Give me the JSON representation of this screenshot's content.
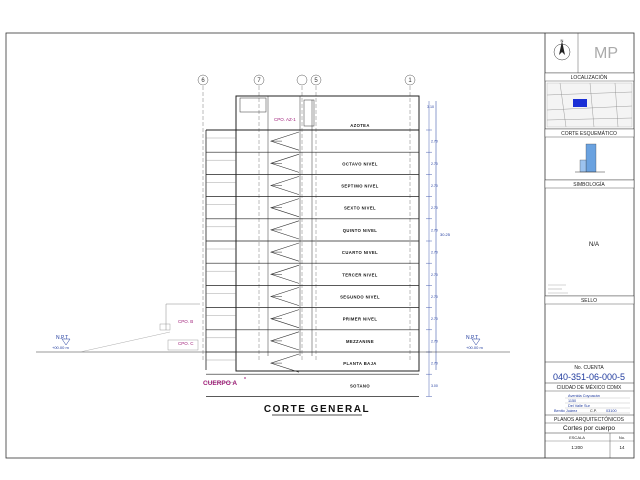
{
  "drawing": {
    "title": "CORTE GENERAL",
    "body_label": "CUERPO A",
    "axes": [
      "6",
      "7",
      "5",
      "1"
    ],
    "levels": [
      "AZOTEA",
      "OCTAVO NIVEL",
      "SEPTIMO NIVEL",
      "SEXTO NIVEL",
      "QUINTO NIVEL",
      "CUARTO NIVEL",
      "TERCER NIVEL",
      "SEGUNDO NIVEL",
      "PRIMER NIVEL",
      "MEZZANINE",
      "PLANTA BAJA",
      "SOTANO"
    ],
    "level_dims": [
      "2.70",
      "2.70",
      "2.70",
      "2.70",
      "2.70",
      "2.70",
      "2.70",
      "2.70",
      "2.70",
      "2.70",
      "2.70",
      "3.00"
    ],
    "top_dim": "3.10",
    "total_height": "30.25",
    "npt_label": "N.P.T",
    "npt_level": "+00.00 m",
    "cpo_az": "CPO. AZ-1",
    "cpo_b": "CPO. B",
    "cpo_c": "CPO. C",
    "color_line": "#1f3a9e",
    "color_magenta": "#a0207a"
  },
  "title_block": {
    "logo_text": "MP",
    "north_label": "N",
    "localizacion": "LOCALIZACIÓN",
    "corte_esquematico": "CORTE ESQUEMÁTICO",
    "simbologia": "SIMBOLOGÍA",
    "simbologia_value": "N/A",
    "sello": "SELLO",
    "no_cuenta_label": "No. CUENTA",
    "no_cuenta": "040-351-06-000-5",
    "ciudad": "CIUDAD DE MÉXICO CDMX",
    "calle": "Avenida Coyoacán",
    "numero": "1150",
    "colonia": "Del Valle Sur",
    "alcaldia": "Benito Juárez",
    "cp_label": "C.P.",
    "cp": "03100",
    "planos": "PLANOS ARQUITECTÓNICOS",
    "plano_titulo": "Cortes por cuerpo",
    "escala_label": "ESCALA",
    "escala": "1:200",
    "lam_label": "No.",
    "lam": "14",
    "highlight": "#1a2fd6"
  }
}
